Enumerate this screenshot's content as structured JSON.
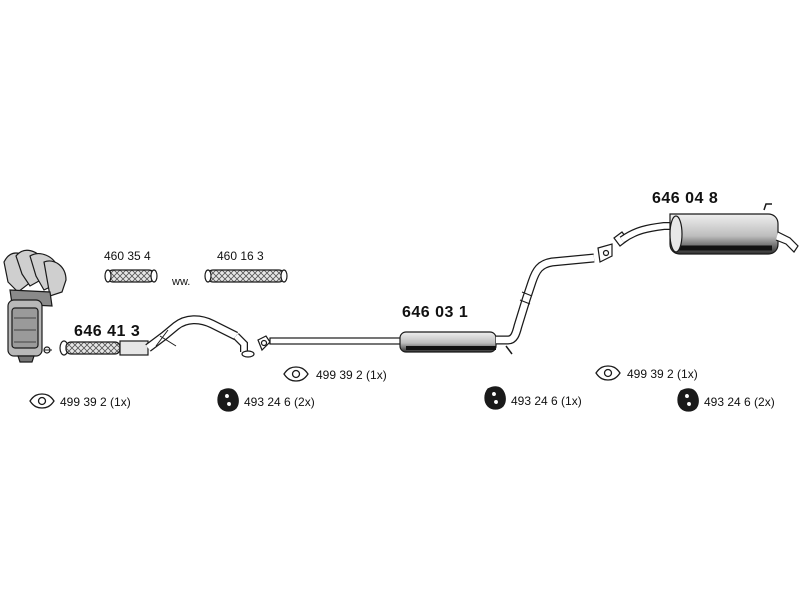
{
  "parts": {
    "front_pipe": "646 41 3",
    "flex_pipe_a": "460 35 4",
    "flex_pipe_b": "460 16 3",
    "flex_separator": "ww.",
    "middle_silencer": "646 03 1",
    "rear_silencer": "646 04 8"
  },
  "accessories": [
    {
      "number": "499 39 2 (1x)",
      "icon": "gasket-icon"
    },
    {
      "number": "493 24 6 (2x)",
      "icon": "rubber-hanger-icon"
    },
    {
      "number": "499 39 2 (1x)",
      "icon": "gasket-icon"
    },
    {
      "number": "493 24 6 (1x)",
      "icon": "rubber-hanger-icon"
    },
    {
      "number": "499 39 2 (1x)",
      "icon": "gasket-icon"
    },
    {
      "number": "493 24 6 (2x)",
      "icon": "rubber-hanger-icon"
    }
  ],
  "colors": {
    "line": "#1a1a1a",
    "body_dark": "#3a3a3a",
    "part_light": "#d9d9d9",
    "background": "#ffffff"
  }
}
